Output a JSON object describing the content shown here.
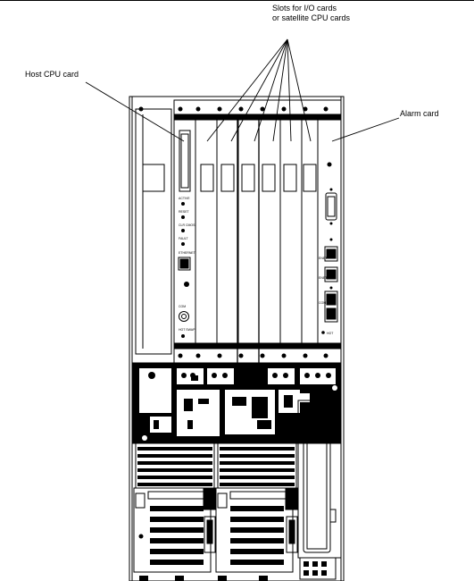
{
  "labels": {
    "slots_line1": "Slots for I/O cards",
    "slots_line2": "or satellite CPU cards",
    "host_cpu": "Host CPU card",
    "alarm": "Alarm card"
  },
  "colors": {
    "ink": "#000000",
    "paper": "#ffffff"
  }
}
